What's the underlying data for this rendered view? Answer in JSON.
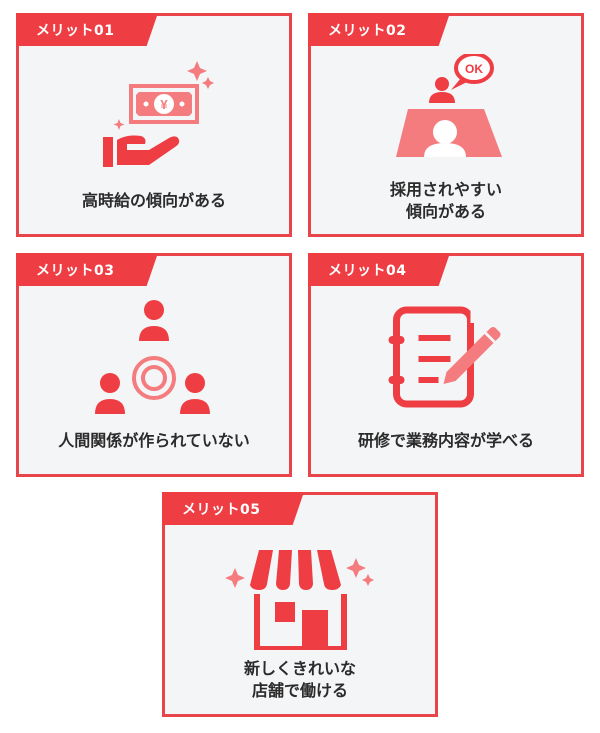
{
  "colors": {
    "accent": "#ee3d43",
    "accent_light": "#f47b7e",
    "card_bg": "#f4f5f7",
    "text": "#2b2b2b"
  },
  "cards": [
    {
      "tag": "メリット01",
      "icon": "money-hand-icon",
      "lines": [
        "高時給の傾向がある"
      ]
    },
    {
      "tag": "メリット02",
      "icon": "interview-ok-icon",
      "lines": [
        "採用されやすい",
        "傾向がある"
      ],
      "bubble": "OK"
    },
    {
      "tag": "メリット03",
      "icon": "people-circle-icon",
      "lines": [
        "人間関係が作られていない"
      ]
    },
    {
      "tag": "メリット04",
      "icon": "notebook-pencil-icon",
      "lines": [
        "研修で業務内容が学べる"
      ]
    },
    {
      "tag": "メリット05",
      "icon": "store-icon",
      "lines": [
        "新しくきれいな",
        "店舗で働ける"
      ]
    }
  ]
}
